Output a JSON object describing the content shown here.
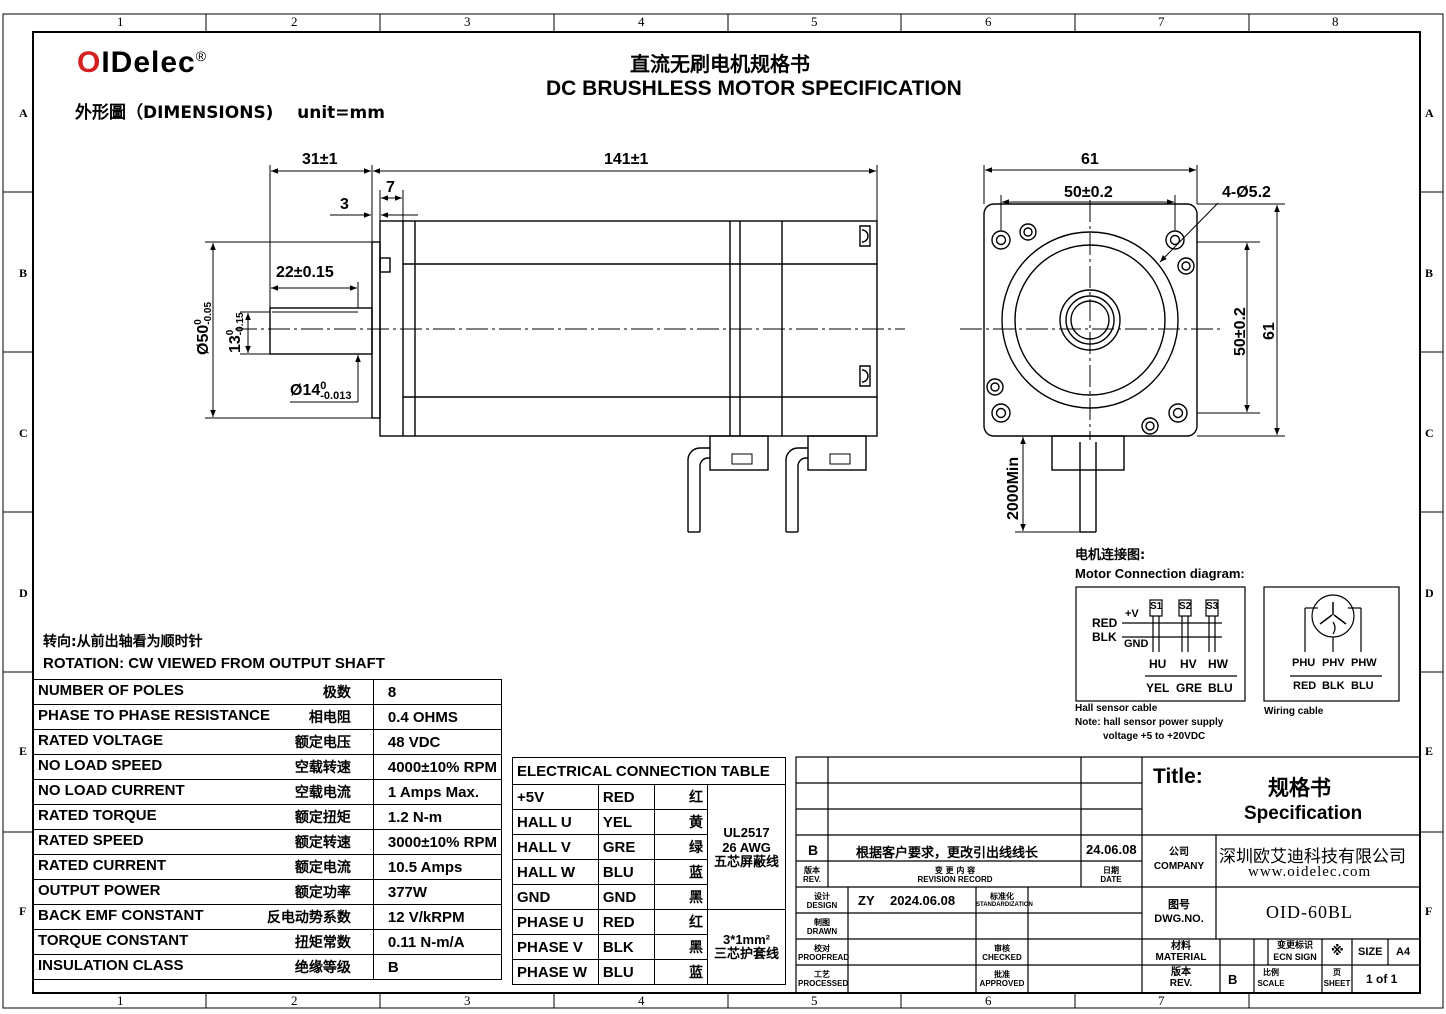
{
  "brand": {
    "logo_prefix": "O",
    "logo_rest": "IDelec",
    "registered": "®"
  },
  "header": {
    "title_cn": "直流无刷电机规格书",
    "title_en": "DC BRUSHLESS MOTOR SPECIFICATION",
    "dimensions_label": "外形圖（DIMENSIONS)    unit=mm"
  },
  "grid": {
    "columns": [
      "1",
      "2",
      "3",
      "4",
      "5",
      "6",
      "7",
      "8"
    ],
    "rows": [
      "A",
      "B",
      "C",
      "D",
      "E",
      "F"
    ]
  },
  "dimensions": {
    "d31": "31±1",
    "d141": "141±1",
    "d7": "7",
    "d3": "3",
    "d22": "22±0.15",
    "d50dia": "Ø50",
    "d50dia_tol_top": "0",
    "d50dia_tol_bot": "-0.05",
    "d13": "13",
    "d13_tol_top": "0",
    "d13_tol_bot": "-0.15",
    "d14": "Ø14",
    "d14_tol_top": "0",
    "d14_tol_bot": "-0.013",
    "d61_top": "61",
    "d50_2_top": "50±0.2",
    "holes": "4-Ø5.2",
    "d50_2_side": "50±0.2",
    "d61_side": "61",
    "d2000": "2000Min"
  },
  "connection": {
    "title_cn": "电机连接图:",
    "title_en": "Motor Connection diagram:",
    "plus_v": "+V",
    "red": "RED",
    "blk": "BLK",
    "gnd": "GND",
    "s1": "S1",
    "s2": "S2",
    "s3": "S3",
    "hu": "HU",
    "hv": "HV",
    "hw": "HW",
    "yel": "YEL",
    "gre": "GRE",
    "blu": "BLU",
    "phu": "PHU",
    "phv": "PHV",
    "phw": "PHW",
    "w_red": "RED",
    "w_blk": "BLK",
    "w_blu": "BLU",
    "hall_caption": "Hall sensor cable",
    "note1": "Note: hall sensor power supply",
    "note2": "voltage +5 to +20VDC",
    "wiring_caption": "Wiring cable"
  },
  "rotation": {
    "cn": "转向:从前出轴看为顺时针",
    "en": "ROTATION: CW VIEWED FROM OUTPUT SHAFT"
  },
  "specs": [
    {
      "en": "NUMBER OF POLES",
      "cn": "极数",
      "value": "8"
    },
    {
      "en": "PHASE  TO PHASE RESISTANCE",
      "cn": "相电阻",
      "value": "0.4 OHMS"
    },
    {
      "en": "RATED VOLTAGE",
      "cn": "额定电压",
      "value": "48 VDC"
    },
    {
      "en": "NO LOAD SPEED",
      "cn": "空载转速",
      "value": "4000±10% RPM"
    },
    {
      "en": "NO LOAD CURRENT",
      "cn": "空载电流",
      "value": "1 Amps Max."
    },
    {
      "en": "RATED TORQUE",
      "cn": "额定扭矩",
      "value": "1.2 N-m"
    },
    {
      "en": "RATED SPEED",
      "cn": "额定转速",
      "value": "3000±10% RPM"
    },
    {
      "en": "RATED CURRENT",
      "cn": "额定电流",
      "value": "10.5 Amps"
    },
    {
      "en": "OUTPUT POWER",
      "cn": "额定功率",
      "value": "377W"
    },
    {
      "en": "BACK EMF CONSTANT",
      "cn": "反电动势系数",
      "value": "12 V/kRPM"
    },
    {
      "en": "TORQUE CONSTANT",
      "cn": "扭矩常数",
      "value": "0.11 N-m/A"
    },
    {
      "en": "INSULATION CLASS",
      "cn": "绝缘等级",
      "value": "B"
    }
  ],
  "electrical": {
    "title": "ELECTRICAL  CONNECTION  TABLE",
    "rows": [
      {
        "sig": "+5V",
        "color": "RED",
        "cn": "红"
      },
      {
        "sig": "HALL U",
        "color": "YEL",
        "cn": "黄"
      },
      {
        "sig": "HALL V",
        "color": "GRE",
        "cn": "绿"
      },
      {
        "sig": "HALL W",
        "color": "BLU",
        "cn": "蓝"
      },
      {
        "sig": "GND",
        "color": "GND",
        "cn": "黑"
      },
      {
        "sig": "PHASE U",
        "color": "RED",
        "cn": "红"
      },
      {
        "sig": "PHASE V",
        "color": "BLK",
        "cn": "黑"
      },
      {
        "sig": "PHASE W",
        "color": "BLU",
        "cn": "蓝"
      }
    ],
    "cable1_l1": "UL2517",
    "cable1_l2": "26 AWG",
    "cable1_l3": "五芯屏蔽线",
    "cable2_l1": "3*1mm²",
    "cable2_l2": "三芯护套线"
  },
  "revision": {
    "rev": "B",
    "content": "根据客户要求，更改引出线线长",
    "date": "24.06.08",
    "h_rev_cn": "版本",
    "h_rev_en": "REV.",
    "h_record_cn": "变 更 内 容",
    "h_record_en": "REVISION RECORD",
    "h_date_cn": "日期",
    "h_date_en": "DATE"
  },
  "signoff": {
    "design_cn": "设计",
    "design_en": "DESIGN",
    "designer": "ZY",
    "design_date": "2024.06.08",
    "std_cn": "标准化",
    "std_en": "STANDARDIZATION",
    "drawn_cn": "制图",
    "drawn_en": "DRAWN",
    "proof_cn": "校对",
    "proof_en": "PROOFREAD",
    "checked_cn": "审核",
    "checked_en": "CHECKED",
    "process_cn": "工艺",
    "process_en": "PROCESSED",
    "approved_cn": "批准",
    "approved_en": "APPROVED"
  },
  "titleblock": {
    "title_label": "Title:",
    "title_cn": "规格书",
    "title_en": "Specification",
    "company_cn_label": "公司",
    "company_en_label": "COMPANY",
    "company_name": "深圳欧艾迪科技有限公司",
    "company_web": "www.oidelec.com",
    "dwg_cn": "图号",
    "dwg_en": "DWG.NO.",
    "dwg_no": "OID-60BL",
    "material_cn": "材料",
    "material_en": "MATERIAL",
    "ecn_cn": "变更标识",
    "ecn_en": "ECN SIGN",
    "ecn_value": "※",
    "size_label": "SIZE",
    "size_value": "A4",
    "rev_cn": "版本",
    "rev_en": "REV.",
    "rev_value": "B",
    "scale_cn": "比例",
    "scale_en": "SCALE",
    "sheet_cn": "页",
    "sheet_en": "SHEET",
    "sheet_value": "1 of 1"
  }
}
